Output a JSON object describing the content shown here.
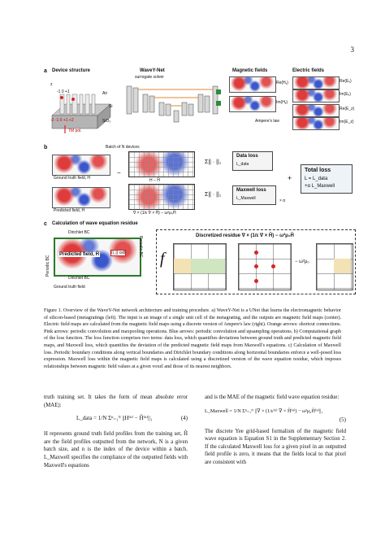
{
  "page_number": "3",
  "figure": {
    "panel_a": {
      "letter": "a",
      "device_structure": "Device structure",
      "device_labels": {
        "air": "Air",
        "si": "Si",
        "sio2": "SiO₂",
        "tm_pol": "TM pol.",
        "z": "z",
        "x": "x",
        "numbers_top": "-1  0  +1",
        "numbers_bottom": "-2  -1  0  +1  +2"
      },
      "network_title": "WaveY-Net",
      "network_subtitle": "surrogate solver",
      "magnetic_fields": "Magnetic fields",
      "electric_fields": "Electric fields",
      "re_h": "Re(Hᵧ)",
      "im_h": "Im(Hᵧ)",
      "re_ex": "Re(Eₓ)",
      "im_ex": "Im(Eₓ)",
      "re_ez": "Re(E_z)",
      "im_ez": "Im(E_z)",
      "amperes_law": "Ampere's law"
    },
    "panel_b": {
      "letter": "b",
      "batch_label": "Batch of N devices",
      "ground_truth": "Ground truth field, H",
      "predicted": "Predicted field, Ĥ",
      "difference": "H − Ĥ",
      "sum_norm": "Σ|| · ||₁",
      "data_loss": "Data loss",
      "data_loss_symbol": "L_data",
      "maxwell_loss": "Maxwell loss",
      "maxwell_loss_symbol": "L_Maxwell",
      "operator": "∇ × (1/ε ∇ × Ĥ) − ω²μ₀Ĥ",
      "alpha": "× α",
      "plus": "+",
      "minus": "−",
      "total_loss": "Total loss",
      "total_loss_eq1": "L = L_data",
      "total_loss_eq2": "+α L_Maxwell"
    },
    "panel_c": {
      "letter": "c",
      "title": "Calculation of wave equation residue",
      "dirichlet_top": "Dirichlet BC",
      "dirichlet_bottom": "Dirichlet BC",
      "periodic_left": "Periodic BC",
      "periodic_right": "Periodic BC",
      "predicted_field": "Predicted field, Ĥ",
      "cell": "(i, j) cell",
      "ground_truth_field": "Ground truth field",
      "residue_title": "Discretized residue ∇ × (1/ε ∇ × Ĥ) − ω²μ₀Ĥ",
      "f_symbol": "f",
      "omega_term": "− ω²μ₀"
    }
  },
  "caption": "Figure 1. Overview of the WaveY-Net network architecture and training procedure. a) WaveY-Net is a UNet that learns the electromagnetic behavior of silicon-based (metagratings (left). The input is an image of a single unit cell of the metagrating, and the outputs are magnetic field maps (center). Electric field maps are calculated from the magnetic field maps using a discrete version of Ampere's law (right). Orange arrows: shortcut connections. Pink arrows: periodic convolution and maxpooling operations. Blue arrows: periodic convolution and upsampling operations. b) Computational graph of the loss function. The loss function comprises two terms: data loss, which quantifies deviations between ground truth and predicted magnetic field maps, and Maxwell loss, which quantifies the deviation of the predicted magnetic field maps from Maxwell's equations. c) Calculation of Maxwell loss. Periodic boundary conditions along vertical boundaries and Dirichlet boundary conditions along horizontal boundaries enforce a well-posed loss expression. Maxwell loss within the magnetic field maps is calculated using a discretized version of the wave equation residue, which imposes relationships between magnetic field values at a given voxel and those of its nearest neighbors.",
  "left_column": {
    "para1": "truth training set. It takes the form of mean absolute error (MAE):",
    "eq_lhs": "L_data = 1/N Σⁿ₌₁ᴺ ||H⁽ⁿ⁾ − Ĥ⁽ⁿ⁾||₁",
    "eq_num": "(4)",
    "para2": "H represents ground truth field profiles from the training set, Ĥ are the field profiles outputted from the network, N is a given batch size, and n is the index of the device within a batch. L_Maxwell specifies the compliance of the outputted fields with Maxwell's equations"
  },
  "right_column": {
    "para1": "and is the MAE of the magnetic field wave equation residue:",
    "eq_lhs": "L_Maxwell = 1/N Σⁿ₌₁ᴺ ||∇ × (1/ε⁽ⁿ⁾ ∇ × Ĥ⁽ⁿ⁾) − ω²μ₀Ĥ⁽ⁿ⁾||₁",
    "eq_num": "(5)",
    "para2": "The discrete Yee grid-based formalism of the magnetic field wave equation is Equation S1 in the Supplementary Section 2. If the calculated Maxwell loss for a given pixel in an outputted field profile is zero, it means that the fields local to that pixel are consistent with"
  }
}
